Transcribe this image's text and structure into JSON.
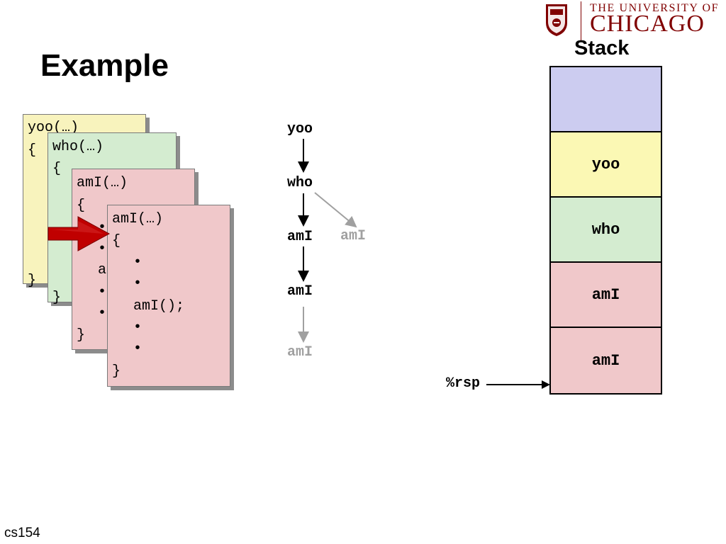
{
  "header": {
    "logo_line1": "THE UNIVERSITY OF",
    "logo_line2": "CHICAGO",
    "title": "Example"
  },
  "cards": {
    "yoo": {
      "header": "yoo(…)",
      "open": "{",
      "close": "}"
    },
    "who": {
      "header": "who(…)",
      "open": "{",
      "close": "}"
    },
    "ami1": {
      "header": "amI(…)",
      "open": "{",
      "stmt": "a",
      "close": "}"
    },
    "ami2": {
      "header": "amI(…)",
      "open": "{",
      "bullet": "•",
      "call": "amI();",
      "close": "}"
    }
  },
  "call_tree": {
    "nodes": [
      {
        "id": "yoo",
        "label": "yoo",
        "active": true
      },
      {
        "id": "who",
        "label": "who",
        "active": true
      },
      {
        "id": "ami_a",
        "label": "amI",
        "active": true
      },
      {
        "id": "ami_side",
        "label": "amI",
        "active": false
      },
      {
        "id": "ami_b",
        "label": "amI",
        "active": true
      },
      {
        "id": "ami_c",
        "label": "amI",
        "active": false
      }
    ]
  },
  "stack": {
    "label": "Stack",
    "frames": [
      {
        "label": "",
        "color": "#ccccf0"
      },
      {
        "label": "yoo",
        "color": "#fbf8b4"
      },
      {
        "label": "who",
        "color": "#d4ecd0"
      },
      {
        "label": "amI",
        "color": "#f0c8ca"
      },
      {
        "label": "amI",
        "color": "#f0c8ca"
      }
    ],
    "pointer_label": "%rsp"
  },
  "colors": {
    "brand_maroon": "#800000",
    "arrow_red": "#c00000",
    "dim_gray": "#a0a0a0"
  },
  "footer": {
    "course": "cs154"
  }
}
